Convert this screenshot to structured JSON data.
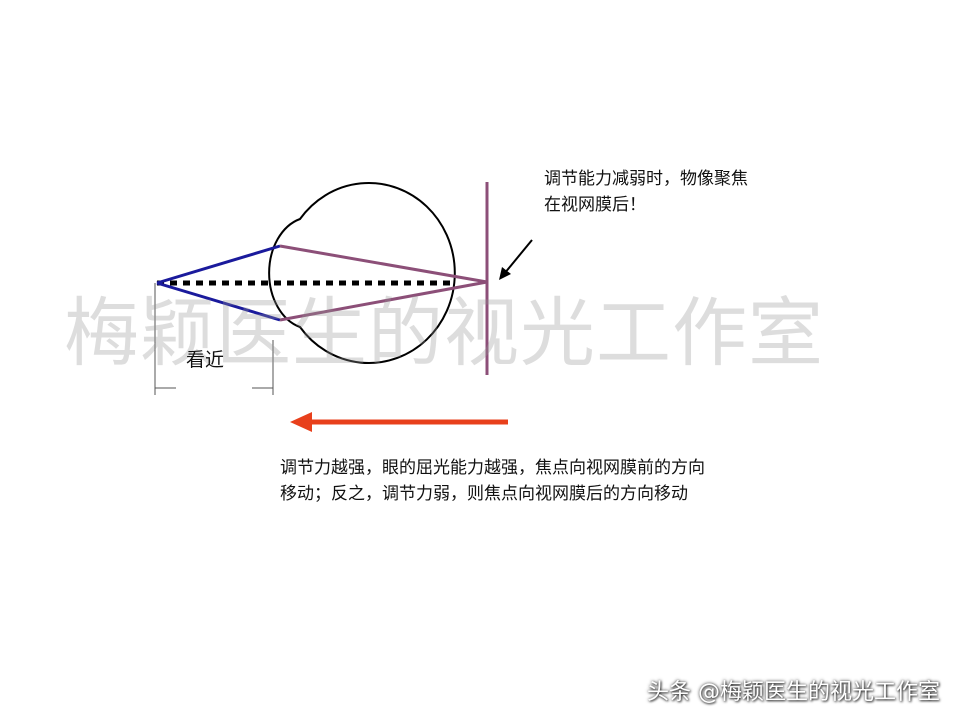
{
  "watermark": "梅颖医生的视光工作室",
  "annotation_top": {
    "line1": "调节能力减弱时，物像聚焦",
    "line2": "在视网膜后！"
  },
  "near_label": "看近",
  "caption_bottom": {
    "line1": "调节力越强，眼的屈光能力越强，焦点向视网膜前的方向",
    "line2": "移动；反之，调节力弱，则焦点向视网膜后的方向移动"
  },
  "footer_credit": "头条 @梅颖医生的视光工作室",
  "colors": {
    "blue_rays": "#1a1a9c",
    "purple_rays": "#8c4f78",
    "retina_line": "#8c4f78",
    "arrow_red": "#e8401c",
    "eye_outline": "#000000"
  }
}
